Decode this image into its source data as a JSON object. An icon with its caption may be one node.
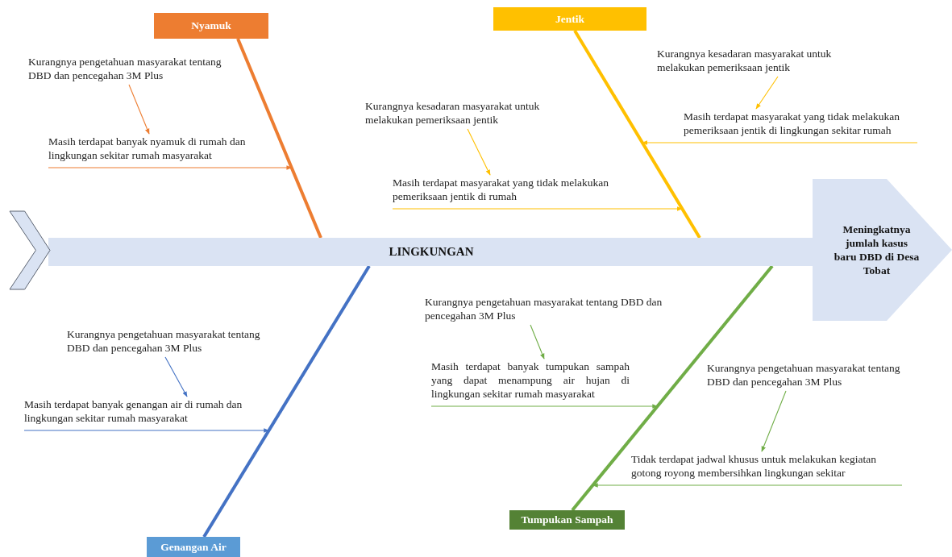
{
  "diagram": {
    "nodes": [
      {
        "text": [
          "Nyamuk"
        ]
      },
      {
        "text": [
          "Kurangnya pengetahuan masyarakat tentang DBD dan pencegahan 3M Plus"
        ]
      },
      {
        "text": [
          "Masih terdapat banyak nyamuk di rumah dan lingkungan sekitar rumah masyarakat"
        ]
      },
      {
        "text": [
          "Jentik"
        ]
      },
      {
        "text": [
          "Kurangnya kesadaran masyarakat untuk melakukan pemeriksaan jentik"
        ]
      },
      {
        "text": [
          "Masih terdapat masyarakat yang tidak melakukan pemeriksaan jentik di rumah"
        ]
      },
      {
        "text": [
          "Kurangnya kesadaran masyarakat untuk melakukan pemeriksaan jentik"
        ]
      },
      {
        "text": [
          "Masih terdapat masyarakat yang tidak melakukan pemeriksaan jentik di lingkungan sekitar rumah"
        ]
      },
      {
        "text": [
          "LINGKUNGAN"
        ]
      },
      {
        "text": [
          "Meningkatnya jumlah kasus baru DBD di Desa Tobat"
        ]
      },
      {
        "text": [
          "Kurangnya pengetahuan masyarakat tentang DBD dan pencegahan 3M Plus"
        ]
      },
      {
        "text": [
          "Masih terdapat banyak tumpukan sampah yang dapat menampung air hujan di lingkungan sekitar rumah masyarakat"
        ]
      },
      {
        "text": [
          "Kurangnya pengetahuan masyarakat tentang DBD dan pencegahan 3M Plus"
        ]
      },
      {
        "text": [
          "Masih terdapat banyak genangan air di rumah dan lingkungan sekitar rumah masyarakat"
        ]
      },
      {
        "text": [
          "Kurangnya pengetahuan masyarakat tentang DBD dan pencegahan 3M Plus"
        ]
      },
      {
        "text": [
          "Tidak terdapat jadwal khusus untuk melakukan kegiatan gotong royong membersihkan lingkungan sekitar"
        ]
      },
      {
        "text": [
          "Genangan Air"
        ]
      },
      {
        "text": [
          "Tumpukan Sampah"
        ]
      },
      {
        "text": [],
        "shape": "chevron"
      }
    ],
    "edges": [
      {
        "from": 0,
        "to": 8,
        "arrow": "none",
        "style": "thick",
        "color": "#ed7d31"
      },
      {
        "from": 1,
        "to": 2,
        "arrow": "to",
        "color": "#ed7d31"
      },
      {
        "from": 2,
        "to": null,
        "arrow": "to",
        "color": "#ed7d31"
      },
      {
        "from": 3,
        "to": 8,
        "arrow": "none",
        "style": "thick",
        "color": "#ffc000"
      },
      {
        "from": 4,
        "to": 5,
        "arrow": "to",
        "color": "#ffc000"
      },
      {
        "from": 5,
        "to": null,
        "arrow": "to",
        "color": "#ffc000"
      },
      {
        "from": 6,
        "to": 7,
        "arrow": "to",
        "color": "#ffc000"
      },
      {
        "from": 7,
        "to": null,
        "arrow": "to",
        "color": "#ffc000"
      },
      {
        "from": 16,
        "to": 8,
        "arrow": "none",
        "style": "thick",
        "color": "#4472c4"
      },
      {
        "from": 12,
        "to": 13,
        "arrow": "to",
        "color": "#4472c4"
      },
      {
        "from": 13,
        "to": null,
        "arrow": "to",
        "color": "#4472c4"
      },
      {
        "from": 17,
        "to": 8,
        "arrow": "none",
        "style": "thick",
        "color": "#70ad47"
      },
      {
        "from": 10,
        "to": 11,
        "arrow": "to",
        "color": "#70ad47"
      },
      {
        "from": 11,
        "to": null,
        "arrow": "to",
        "color": "#70ad47"
      },
      {
        "from": 14,
        "to": 15,
        "arrow": "to",
        "color": "#70ad47"
      },
      {
        "from": 15,
        "to": null,
        "arrow": "to",
        "color": "#70ad47"
      }
    ]
  }
}
